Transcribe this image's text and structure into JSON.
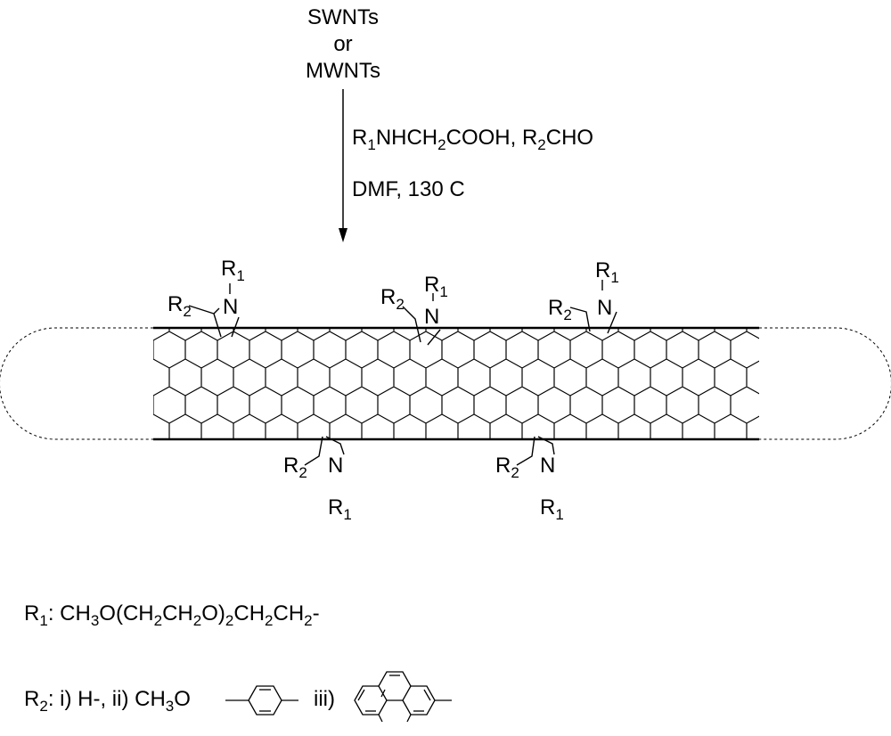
{
  "reactants": {
    "line1": "SWNTs",
    "line2": "or",
    "line3": "MWNTs"
  },
  "conditions": {
    "reagents": [
      "R",
      "1",
      "NHCH",
      "2",
      "COOH, R",
      "2",
      "CHO"
    ],
    "solvent_temp": "DMF, 130 C"
  },
  "labels": {
    "r1": [
      "R",
      "1"
    ],
    "r2": [
      "R",
      "2"
    ],
    "n": "N"
  },
  "legend": {
    "r1_def": [
      "R",
      "1",
      ": CH",
      "3",
      "O(CH",
      "2",
      "CH",
      "2",
      "O)",
      "2",
      "CH",
      "2",
      "CH",
      "2",
      "-"
    ],
    "r2_def": [
      "R",
      "2",
      ": i) H-, ii) CH",
      "3",
      "O"
    ],
    "r2_iii": "iii)"
  }
}
